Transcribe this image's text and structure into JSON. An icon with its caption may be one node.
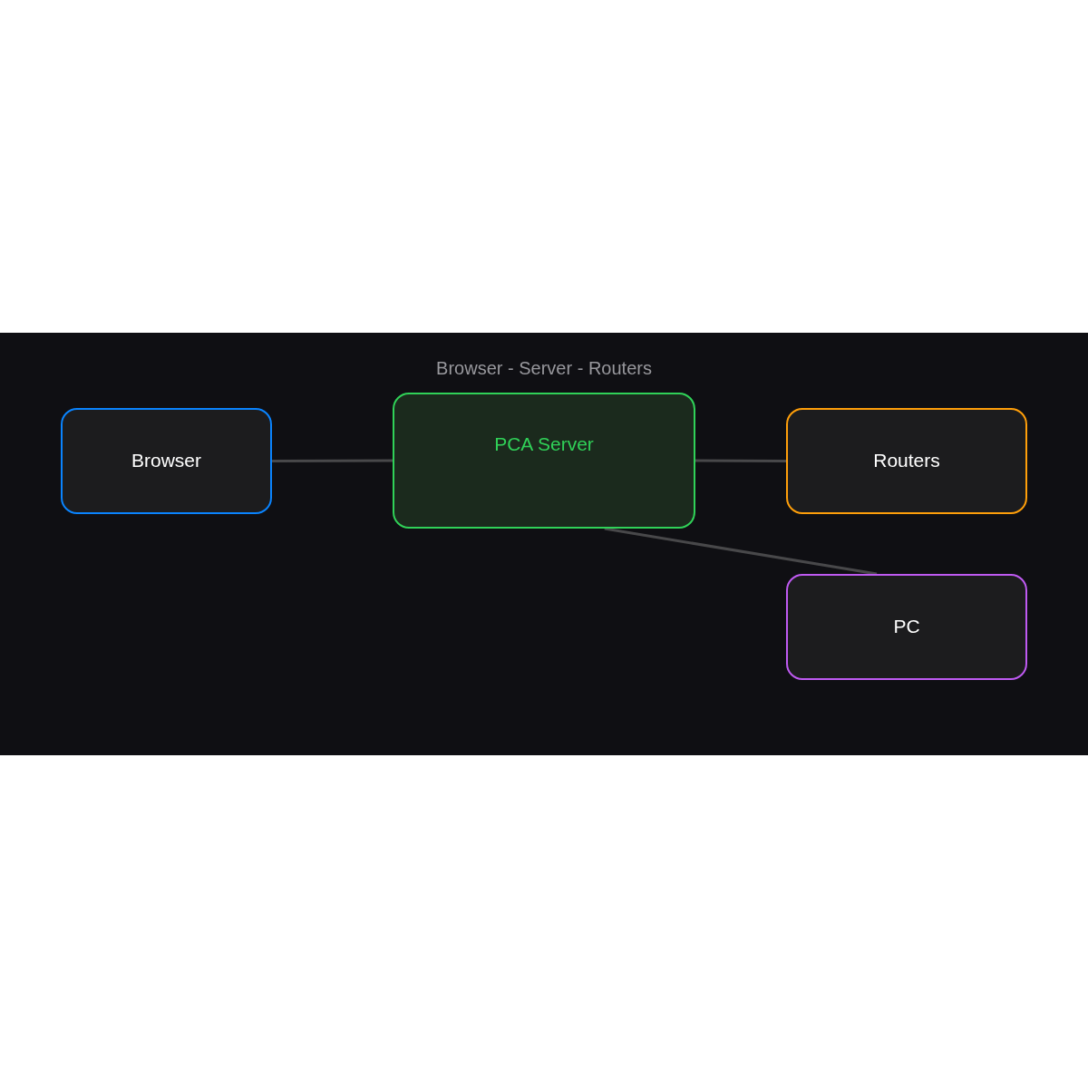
{
  "diagram": {
    "title": "Browser - Server - Routers",
    "nodes": [
      {
        "text": [
          "Browser"
        ]
      },
      {
        "text": [
          "PCA Server"
        ]
      },
      {
        "text": [
          "Routers"
        ]
      },
      {
        "text": [
          "PC"
        ]
      }
    ],
    "edges": [
      {
        "from": 0,
        "to": 1,
        "arrow": "none"
      },
      {
        "from": 1,
        "to": 2,
        "arrow": "none"
      },
      {
        "from": 1,
        "to": 3,
        "arrow": "none"
      }
    ]
  }
}
